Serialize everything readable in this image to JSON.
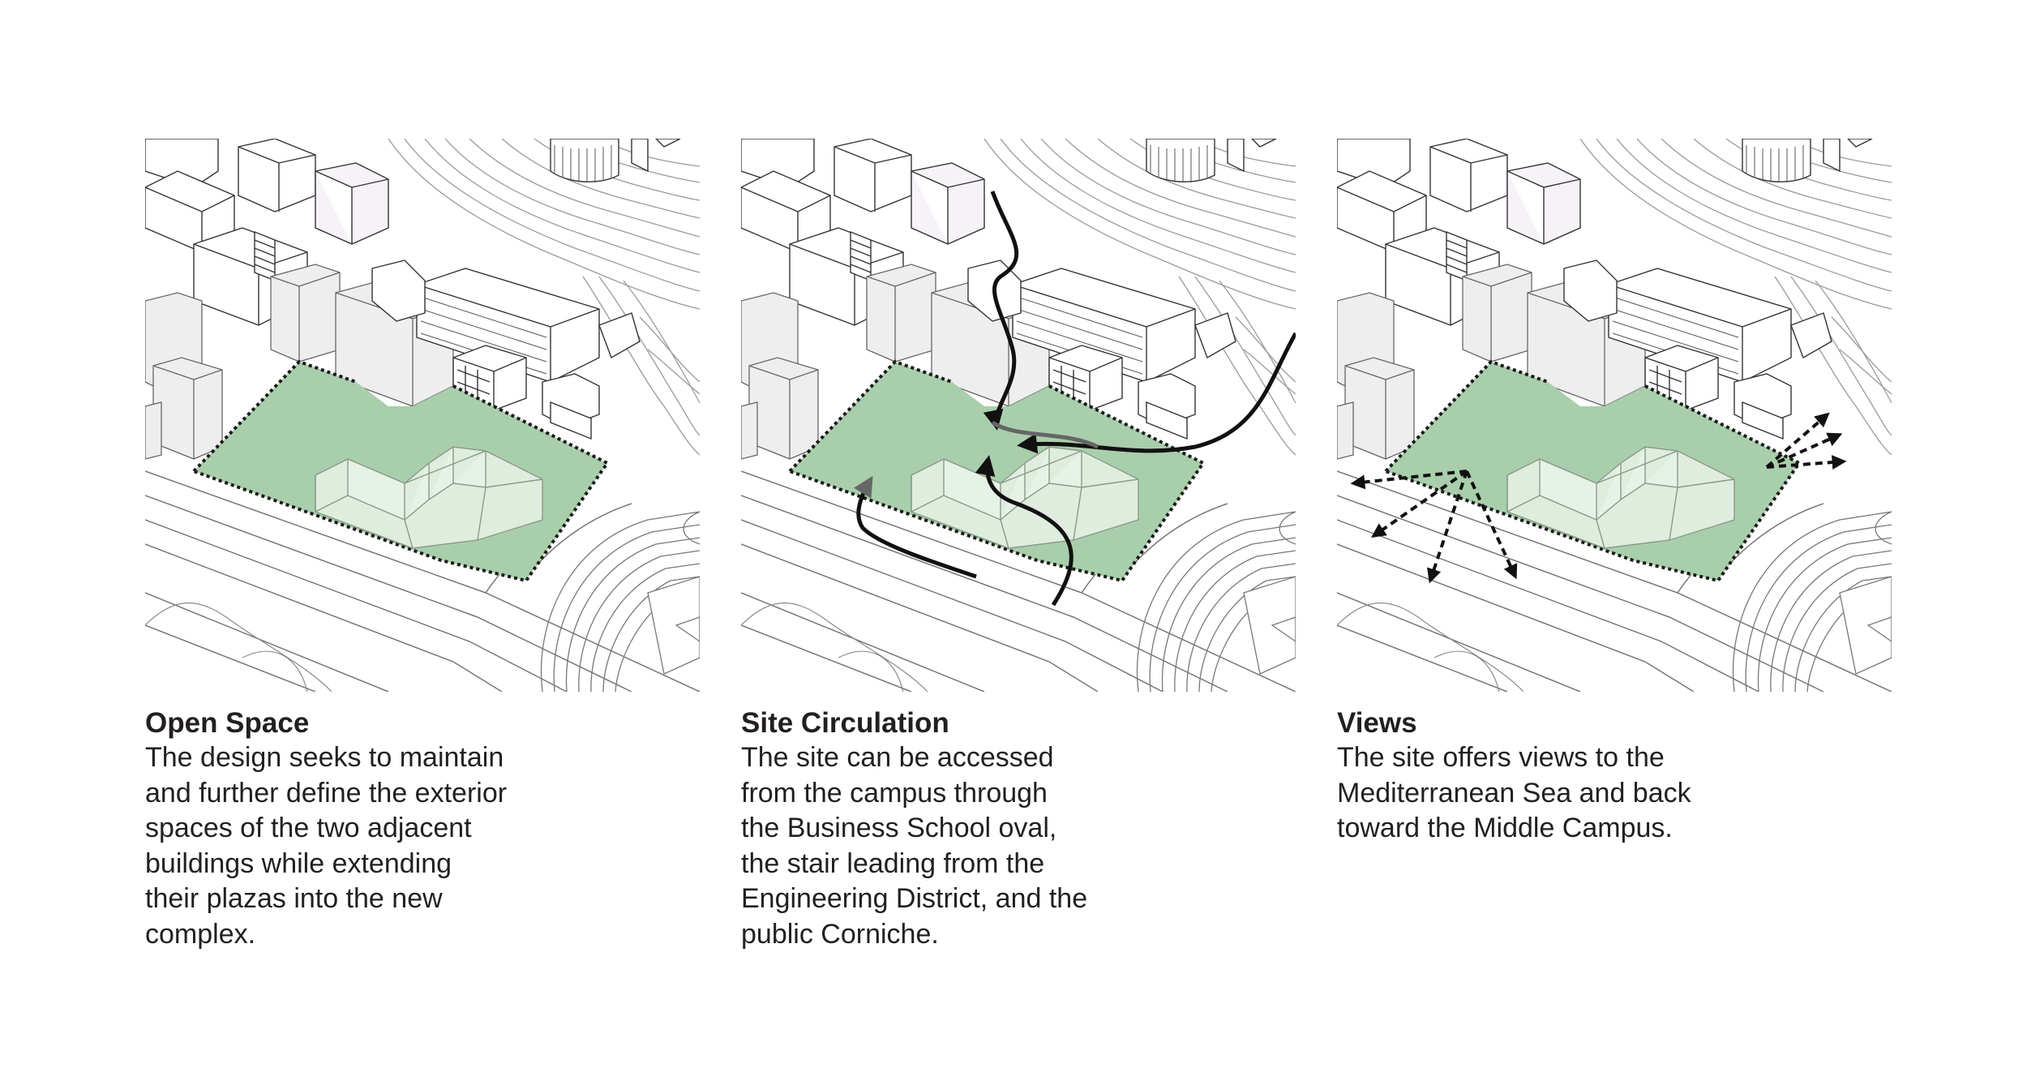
{
  "panels": [
    {
      "title": "Open Space",
      "lines": [
        "The design seeks to maintain",
        "and further define the exterior",
        "spaces of the two adjacent",
        "buildings while extending",
        "their plazas into the new",
        "complex."
      ]
    },
    {
      "title": "Site Circulation",
      "lines": [
        "The site can be accessed",
        "from the campus through",
        "the Business School oval,",
        "the stair leading from the",
        "Engineering District, and the",
        "public Corniche."
      ]
    },
    {
      "title": "Views",
      "lines": [
        "The site offers views to the",
        "Mediterranean Sea and back",
        "toward the Middle Campus."
      ]
    }
  ],
  "colors": {
    "site_green": "#a9ceab",
    "building_glass": "#e9f2e7",
    "line_grey": "#8a8a8a",
    "arrow_black": "#111111",
    "text": "#231f20"
  }
}
